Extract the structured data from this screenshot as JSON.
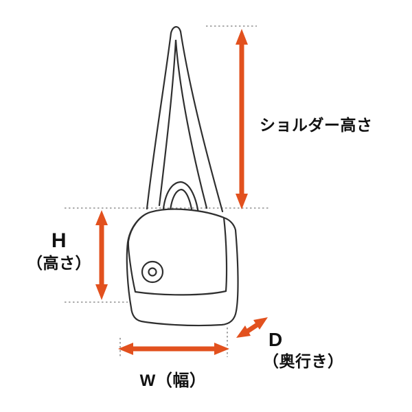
{
  "figure": {
    "type": "dimension-diagram",
    "subject": "shoulder bag line illustration with measurement arrows",
    "labels": {
      "shoulder_height": "ショルダー高さ",
      "height_abbr": "H",
      "height_name": "（高さ）",
      "width_label": "W（幅）",
      "depth_abbr": "D",
      "depth_name": "（奥行き）"
    },
    "colors": {
      "arrow": "#e2511e",
      "outline": "#2f2f2f",
      "guide_dots": "#8f8f8f",
      "background": "#ffffff",
      "text": "#111111"
    }
  }
}
